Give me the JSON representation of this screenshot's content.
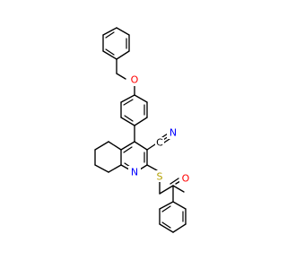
{
  "molecule": {
    "atom_labels": {
      "O_ether": "O",
      "N_nitrile": "N",
      "C_nitrile": "C",
      "N_ring": "N",
      "S": "S",
      "O_ketone": "O"
    },
    "colors": {
      "O": "#ff0000",
      "N": "#0000ff",
      "S": "#b3a000",
      "C": "#000000"
    }
  }
}
